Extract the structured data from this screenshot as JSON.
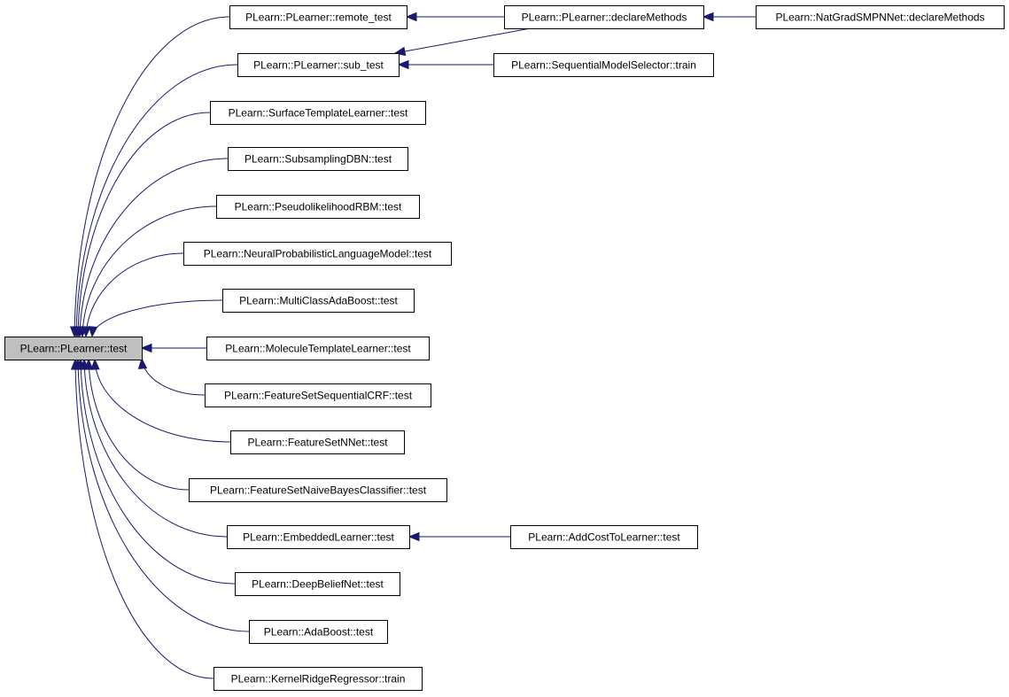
{
  "colors": {
    "edge": "#191970",
    "root_fill": "#bfbfbf",
    "node_fill": "#ffffff",
    "border": "#000000"
  },
  "nodes": [
    {
      "id": "root",
      "label": "PLearn::PLearner::test",
      "root": true
    },
    {
      "id": "remote_test",
      "label": "PLearn::PLearner::remote_test"
    },
    {
      "id": "sub_test",
      "label": "PLearn::PLearner::sub_test"
    },
    {
      "id": "surface",
      "label": "PLearn::SurfaceTemplateLearner::test"
    },
    {
      "id": "subsampling",
      "label": "PLearn::SubsamplingDBN::test"
    },
    {
      "id": "pseudo",
      "label": "PLearn::PseudolikelihoodRBM::test"
    },
    {
      "id": "neural",
      "label": "PLearn::NeuralProbabilisticLanguageModel::test"
    },
    {
      "id": "multiclass",
      "label": "PLearn::MultiClassAdaBoost::test"
    },
    {
      "id": "molecule",
      "label": "PLearn::MoleculeTemplateLearner::test"
    },
    {
      "id": "fscrf",
      "label": "PLearn::FeatureSetSequentialCRF::test"
    },
    {
      "id": "fsnnet",
      "label": "PLearn::FeatureSetNNet::test"
    },
    {
      "id": "fsnb",
      "label": "PLearn::FeatureSetNaiveBayesClassifier::test"
    },
    {
      "id": "embedded",
      "label": "PLearn::EmbeddedLearner::test"
    },
    {
      "id": "deepbelief",
      "label": "PLearn::DeepBeliefNet::test"
    },
    {
      "id": "adaboost",
      "label": "PLearn::AdaBoost::test"
    },
    {
      "id": "kernel",
      "label": "PLearn::KernelRidgeRegressor::train"
    },
    {
      "id": "declare",
      "label": "PLearn::PLearner::declareMethods"
    },
    {
      "id": "seqsel",
      "label": "PLearn::SequentialModelSelector::train"
    },
    {
      "id": "addcost",
      "label": "PLearn::AddCostToLearner::test"
    },
    {
      "id": "natgrad",
      "label": "PLearn::NatGradSMPNNet::declareMethods"
    }
  ],
  "edges": [
    {
      "from": "remote_test",
      "to": "root"
    },
    {
      "from": "sub_test",
      "to": "root"
    },
    {
      "from": "surface",
      "to": "root"
    },
    {
      "from": "subsampling",
      "to": "root"
    },
    {
      "from": "pseudo",
      "to": "root"
    },
    {
      "from": "neural",
      "to": "root"
    },
    {
      "from": "multiclass",
      "to": "root"
    },
    {
      "from": "molecule",
      "to": "root"
    },
    {
      "from": "fscrf",
      "to": "root"
    },
    {
      "from": "fsnnet",
      "to": "root"
    },
    {
      "from": "fsnb",
      "to": "root"
    },
    {
      "from": "embedded",
      "to": "root"
    },
    {
      "from": "deepbelief",
      "to": "root"
    },
    {
      "from": "adaboost",
      "to": "root"
    },
    {
      "from": "kernel",
      "to": "root"
    },
    {
      "from": "declare",
      "to": "remote_test"
    },
    {
      "from": "declare",
      "to": "sub_test"
    },
    {
      "from": "seqsel",
      "to": "sub_test"
    },
    {
      "from": "addcost",
      "to": "embedded"
    },
    {
      "from": "natgrad",
      "to": "declare"
    }
  ]
}
